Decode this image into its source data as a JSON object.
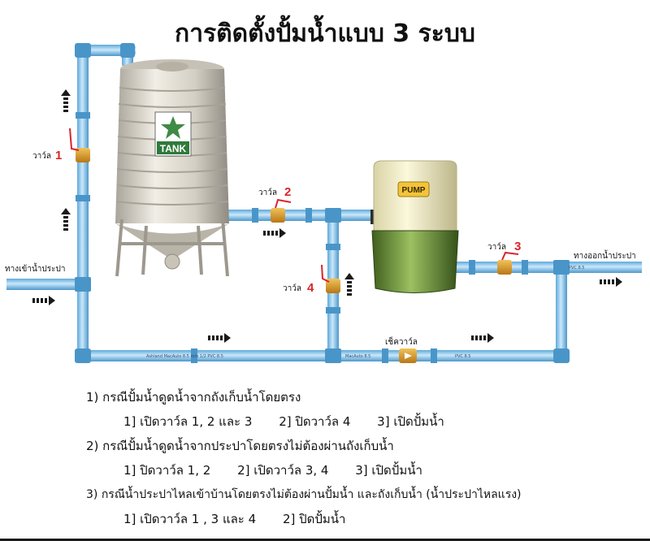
{
  "title": "การติดตั้งปั้มน้ำแบบ 3 ระบบ",
  "tank_label": "TANK",
  "pump_label": "PUMP",
  "labels": {
    "valve1": "วาว์ล",
    "valve2": "วาว์ล",
    "valve3": "วาว์ล",
    "valve4": "วาว์ล",
    "check_valve": "เช็ควาว์ล",
    "inlet": "ทางเข้าน้ำประปา",
    "outlet": "ทางออกน้ำประปา"
  },
  "valve_numbers": {
    "v1": "1",
    "v2": "2",
    "v3": "3",
    "v4": "4"
  },
  "colors": {
    "pipe": "#8ec9ec",
    "valve": "#d79a2a",
    "valve_number": "#d8262b",
    "flow_arrow": "#1a1a1a"
  },
  "icons": [
    "tank-icon",
    "star-icon",
    "pump-icon",
    "valve-icon",
    "flow-arrow-icon"
  ],
  "cases": [
    {
      "heading": "1) กรณีปั้มน้ำดูดน้ำจากถังเก็บน้ำโดยตรง",
      "steps": [
        "1] เปิดวาว์ล 1, 2  และ 3",
        "2] ปิดวาว์ล 4",
        "3] เปิดปั้มน้ำ"
      ]
    },
    {
      "heading": "2) กรณีปั้มน้ำดูดน้ำจากประปาโดยตรงไม่ต้องผ่านถังเก็บน้ำ",
      "steps": [
        "1] ปิดวาว์ล 1, 2",
        "2] เปิดวาว์ล 3, 4",
        "3] เปิดปั้มน้ำ"
      ]
    },
    {
      "heading": "3) กรณีน้ำประปาไหลเข้าบ้านโดยตรงไม่ต้องผ่านปั้มน้ำ และถังเก็บน้ำ (น้ำประปาไหลแรง)",
      "steps": [
        "1] เปิดวาว์ล 1 , 3 และ 4",
        "2] ปิดปั้มน้ำ"
      ]
    }
  ]
}
